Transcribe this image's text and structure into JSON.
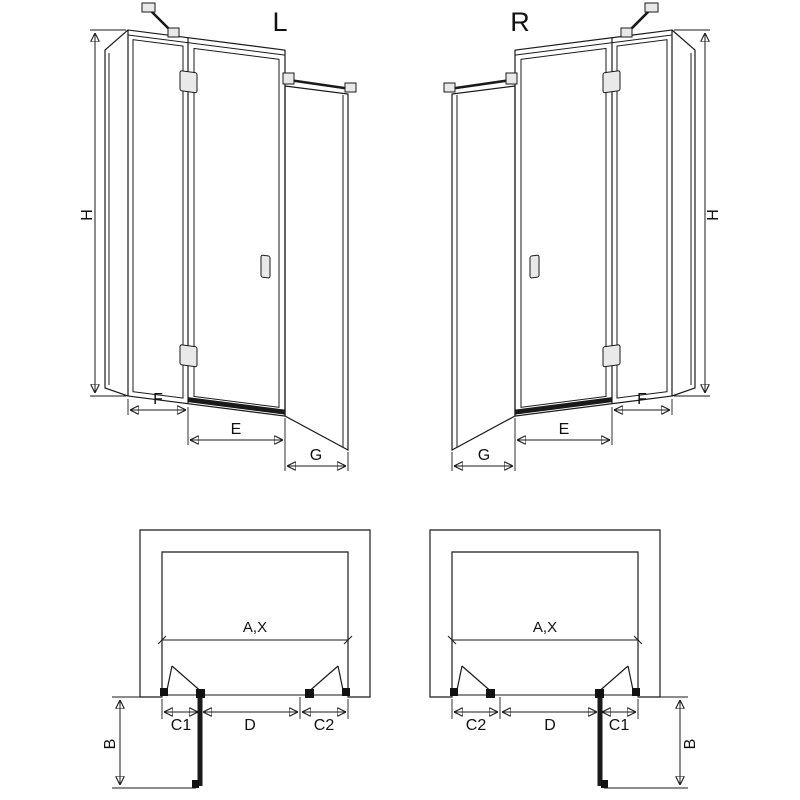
{
  "colors": {
    "line": "#1a1a1a",
    "background": "#ffffff",
    "hardware_fill": "#e9e9e9"
  },
  "left": {
    "title": "L",
    "elevation": {
      "h": "H",
      "f": "F",
      "e": "E",
      "g": "G"
    },
    "plan": {
      "width": "A,X",
      "c1": "C1",
      "d": "D",
      "c2": "C2",
      "b": "B"
    }
  },
  "right": {
    "title": "R",
    "elevation": {
      "h": "H",
      "f": "F",
      "e": "E",
      "g": "G"
    },
    "plan": {
      "width": "A,X",
      "c2": "C2",
      "d": "D",
      "c1": "C1",
      "b": "B"
    }
  }
}
